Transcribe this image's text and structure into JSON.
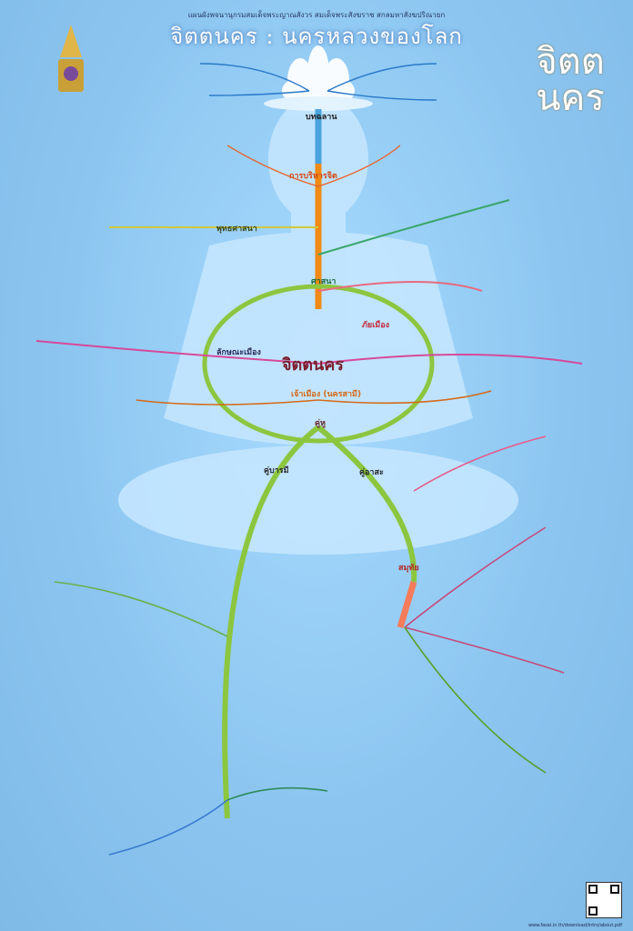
{
  "header": {
    "top_line": "แผนผังพจนานุกรมสมเด็จพระญาณสังวร สมเด็จพระสังฆราช สกลมหาสังฆปริณายก",
    "title": "จิตตนคร : นครหลวงของโลก",
    "logo_text": "จิตตนคร"
  },
  "center": {
    "label": "จิตตนคร"
  },
  "nodes": {
    "top_lotus": "บทฉลาน",
    "practice": "การบริหารจิต",
    "teaching": "ศาสนา",
    "traits": "ลักษณะเมือง",
    "lord": "เจ้าเมือง (นครสามี)",
    "pair": "คู่หู",
    "hero": "คู่บารมี",
    "enemy": "คู่อาสะ",
    "samudaya": "สมุทัย",
    "danger": "ภัยเมือง",
    "buddhaguna": "พุทธศาสนา"
  },
  "footer": {
    "url": "www.fasai.in.th/download/intro/about.pdf"
  }
}
